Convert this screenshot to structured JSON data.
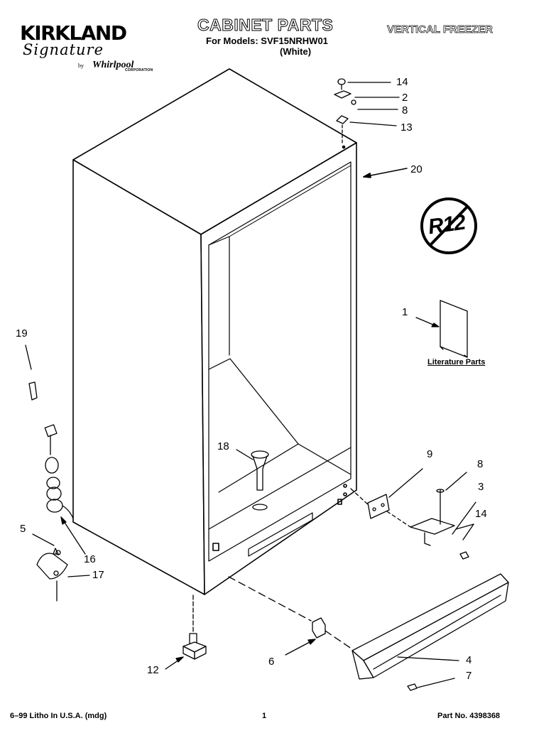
{
  "header": {
    "brand": "KIRKLAND",
    "brand_signature": "Signature",
    "brand_by": "by",
    "manufacturer": "Whirlpool",
    "manufacturer_sub": "CORPORATION",
    "title": "CABINET PARTS",
    "subtitle": "VERTICAL FREEZER",
    "models": "For Models: SVF15NRHW01",
    "color": "(White)"
  },
  "callouts": [
    {
      "id": "c14a",
      "label": "14"
    },
    {
      "id": "c2",
      "label": "2"
    },
    {
      "id": "c8a",
      "label": "8"
    },
    {
      "id": "c13",
      "label": "13"
    },
    {
      "id": "c20",
      "label": "20"
    },
    {
      "id": "c1",
      "label": "1"
    },
    {
      "id": "c19",
      "label": "19"
    },
    {
      "id": "c18",
      "label": "18"
    },
    {
      "id": "c9",
      "label": "9"
    },
    {
      "id": "c8b",
      "label": "8"
    },
    {
      "id": "c3",
      "label": "3"
    },
    {
      "id": "c14b",
      "label": "14"
    },
    {
      "id": "c5",
      "label": "5"
    },
    {
      "id": "c16",
      "label": "16"
    },
    {
      "id": "c17",
      "label": "17"
    },
    {
      "id": "c12",
      "label": "12"
    },
    {
      "id": "c6",
      "label": "6"
    },
    {
      "id": "c4",
      "label": "4"
    },
    {
      "id": "c7",
      "label": "7"
    }
  ],
  "literature_caption": "Literature Parts",
  "refrigerant_badge": "R12",
  "footer": {
    "litho": "6–99 Litho In U.S.A. (mdg)",
    "page": "1",
    "part_no": "Part No. 4398368"
  }
}
